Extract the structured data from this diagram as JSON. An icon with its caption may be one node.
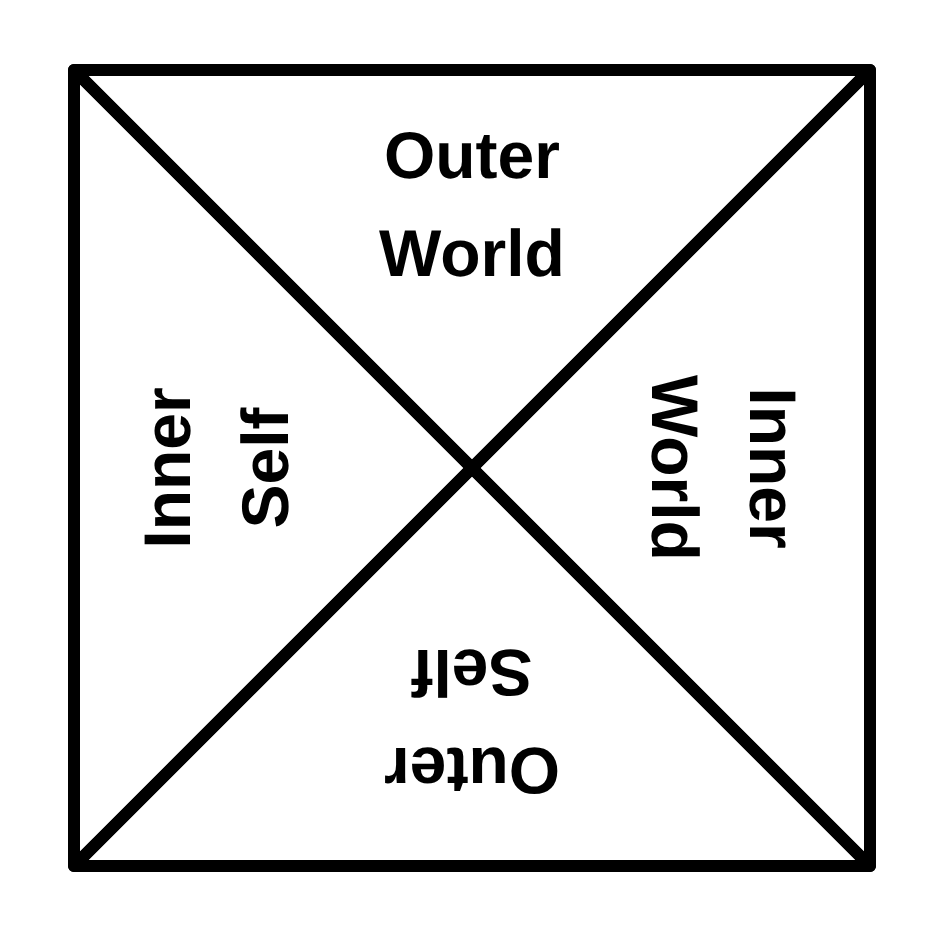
{
  "diagram": {
    "nodes": [
      {
        "text": [
          "Outer World"
        ]
      },
      {
        "text": [
          "Inner Self"
        ]
      },
      {
        "text": [
          "Inner World"
        ]
      },
      {
        "text": [
          "Outer Self"
        ]
      }
    ]
  }
}
